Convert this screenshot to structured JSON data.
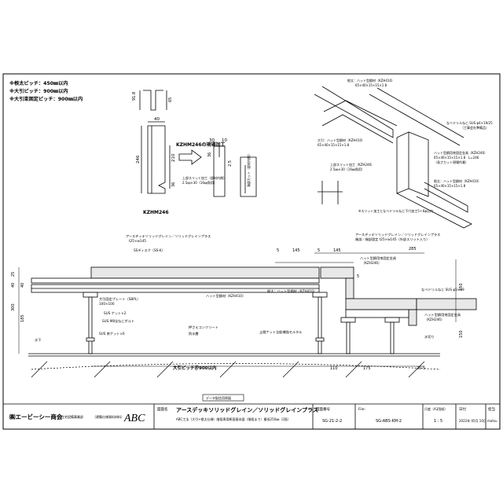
{
  "notes": [
    "※根太ピッチ：450㎜以内",
    "※大引ピッチ：900㎜以内",
    "※大引束固定ピッチ：900㎜以内"
  ],
  "profile_dims": {
    "top_h": "91.8",
    "top_w": "65",
    "w": "40",
    "h": "246",
    "h2": "210",
    "d36": "36",
    "d30": "30",
    "d10": "10",
    "d25": "2.5"
  },
  "part_code": "KZHM246",
  "field_cut": "KZHM246の現場加工",
  "field_cut_parts": [
    "上部スリット加工（部材内側）",
    "2.5㎜×30（16㎜角用）",
    "端部カット（部材内側）"
  ],
  "iso_labels": [
    "根太：ハット型鋼材（KZH410）",
    "65×40×15×15×1.8",
    "なべドリルねじ SUS φ4×19/25",
    "（工事会社準備品）",
    "大引：ハット型鋼材（KZH410）",
    "65×40×15×15×1.8",
    "上部スリット加工（KZH246）",
    "2.5㎜×30（16㎜角用）",
    "ハット型鋼用束固定金具（KZH246）",
    "65×40×15×15×1.8　L=246",
    "（長さカット現場作業）",
    "根太：ハット型鋼材（KZH410）",
    "65×40×15×15×1.8",
    "※スリット加工となべドリルねじ下穴加工5＋6φ以内"
  ],
  "section_labels": [
    "アースデッキソリッドグレイン／ソリッドグレインプラス",
    "t25×w145",
    "SSディスク（SS-K）",
    "ハット型鋼材（KZH410）",
    "根太：ハット型鋼材（KZH410）",
    "大引固定プレート（SBPL）",
    "100×100",
    "SUS M8全ねじボルト",
    "SUS ナット×2",
    "SUS 束ナット×6",
    "押さえコンクリート",
    "防水層",
    "土間ナット全般補強モルタル",
    "アースデッキソリッドグレイン／ソリッドグレインプラス",
    "端部／端部固定 t25×w145（外部スリット入り）",
    "ハット型鋼用束固定金具",
    "（KZH246）",
    "なべドリルねじ SUS φ5×19",
    "ハット型鋼用束固定金具",
    "（KZH246）",
    "水切り",
    "水下"
  ],
  "dims": {
    "d5a": "5",
    "d145a": "145",
    "d5b": "5",
    "d145b": "145",
    "d285": "285",
    "d5c": "5",
    "d25": "25",
    "d40a": "40",
    "d40b": "40",
    "d300": "300",
    "d185": "185",
    "d150a": "150",
    "d150b": "150",
    "d110": "110",
    "d175": "175",
    "d25b": "25",
    "d5d": "5",
    "pitch": "大引ピッチ＠900以内"
  },
  "stamp": "データ配信用原図",
  "title_block": {
    "company": "㈱エービーシー商会",
    "dept": "住宅設備事業部",
    "brand": "ABC",
    "brand_sub": "（建築仕様資料材料）",
    "name_label": "図面名",
    "title": "アースデッキソリッドグレイン／ソリッドグレインプラス",
    "subtitle": "ABC工法（大引+根太仕様）階段専用断面基本図（階段まで）最低250㎜（2段）",
    "no_label": "図面番号",
    "no": "SG-21-2-2",
    "file_label": "File:",
    "file": "SG-ABS-KM-2",
    "scale_label": "尺度（A3用紙）",
    "scale": "1 : 5",
    "date_label": "日付",
    "date": "2022年 05月 10日",
    "author_label": "担当",
    "author": "matsu"
  }
}
